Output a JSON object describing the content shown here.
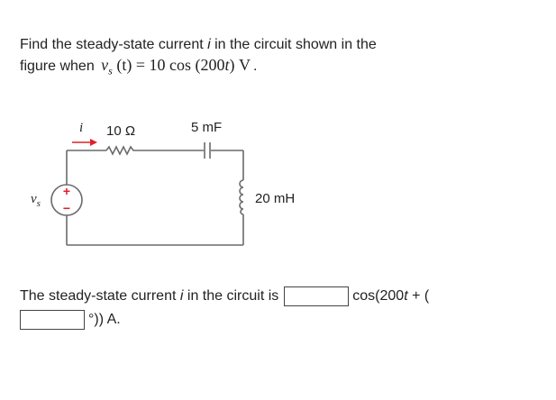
{
  "question": {
    "prefix": "Find the steady-state current",
    "current_symbol": "i",
    "middle": "in the circuit shown in the",
    "line2_prefix": "figure when",
    "source_expr": {
      "var": "v",
      "sub": "s",
      "arg": "(t)",
      "eq": "=",
      "amplitude": "10",
      "func": "cos",
      "func_arg_open": "(200",
      "func_arg_var": "t",
      "func_arg_close": ")",
      "unit": "V"
    },
    "end_period": "."
  },
  "circuit": {
    "current_label": "i",
    "resistor_label": "10 Ω",
    "capacitor_label": "5 mF",
    "inductor_label": "20 mH",
    "source_label_var": "v",
    "source_label_sub": "s",
    "source_plus": "+",
    "source_minus": "−",
    "wire_color": "#6a6a6a",
    "accent_color": "#e0202a"
  },
  "answer": {
    "prefix": "The steady-state current",
    "current_symbol": "i",
    "middle": "in the circuit is",
    "cos_open": "cos(200",
    "t": "t",
    "plus_open": " + (",
    "close": "°)) A.",
    "amplitude_value": "",
    "phase_value": ""
  }
}
